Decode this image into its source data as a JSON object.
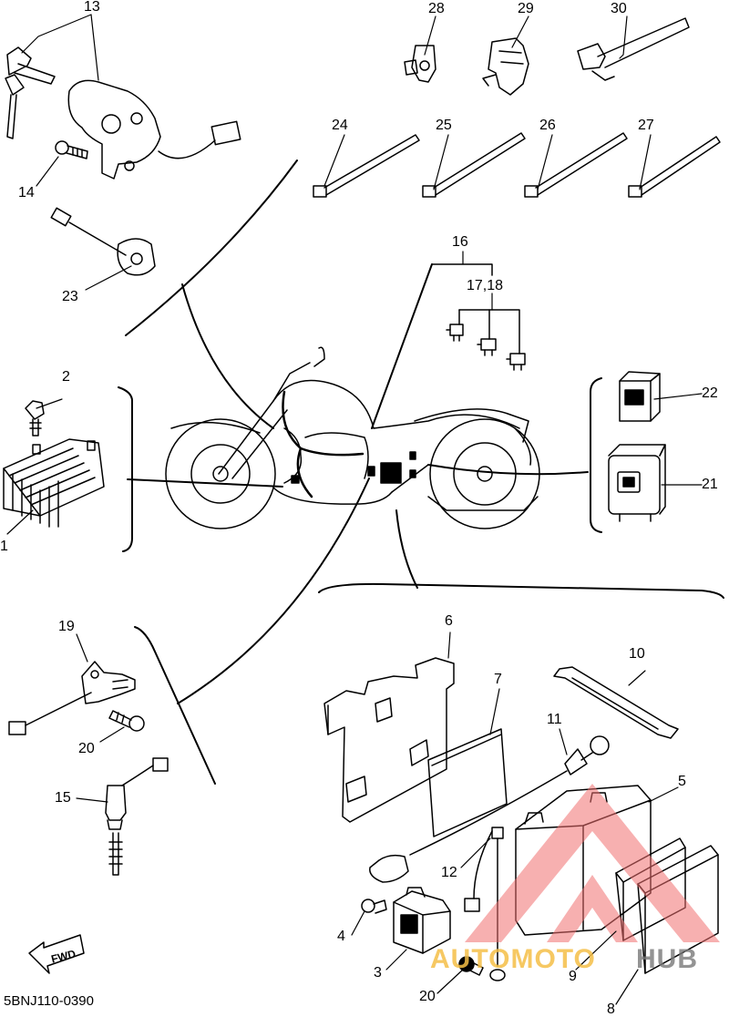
{
  "diagram_code": "5BNJ110-0390",
  "fwd_label": "FWD",
  "watermark": {
    "brand_a": "AUTOMOTO",
    "brand_b": "HUB",
    "color": "#f07070"
  },
  "callouts": {
    "c1": "1",
    "c2": "2",
    "c3": "3",
    "c4": "4",
    "c5": "5",
    "c6": "6",
    "c7": "7",
    "c8": "8",
    "c9": "9",
    "c10": "10",
    "c11": "11",
    "c12": "12",
    "c13": "13",
    "c14": "14",
    "c15": "15",
    "c16": "16",
    "c17_18": "17,18",
    "c19": "19",
    "c20a": "20",
    "c20b": "20",
    "c21": "21",
    "c22": "22",
    "c23": "23",
    "c24": "24",
    "c25": "25",
    "c26": "26",
    "c27": "27",
    "c28": "28",
    "c29": "29",
    "c30": "30"
  }
}
